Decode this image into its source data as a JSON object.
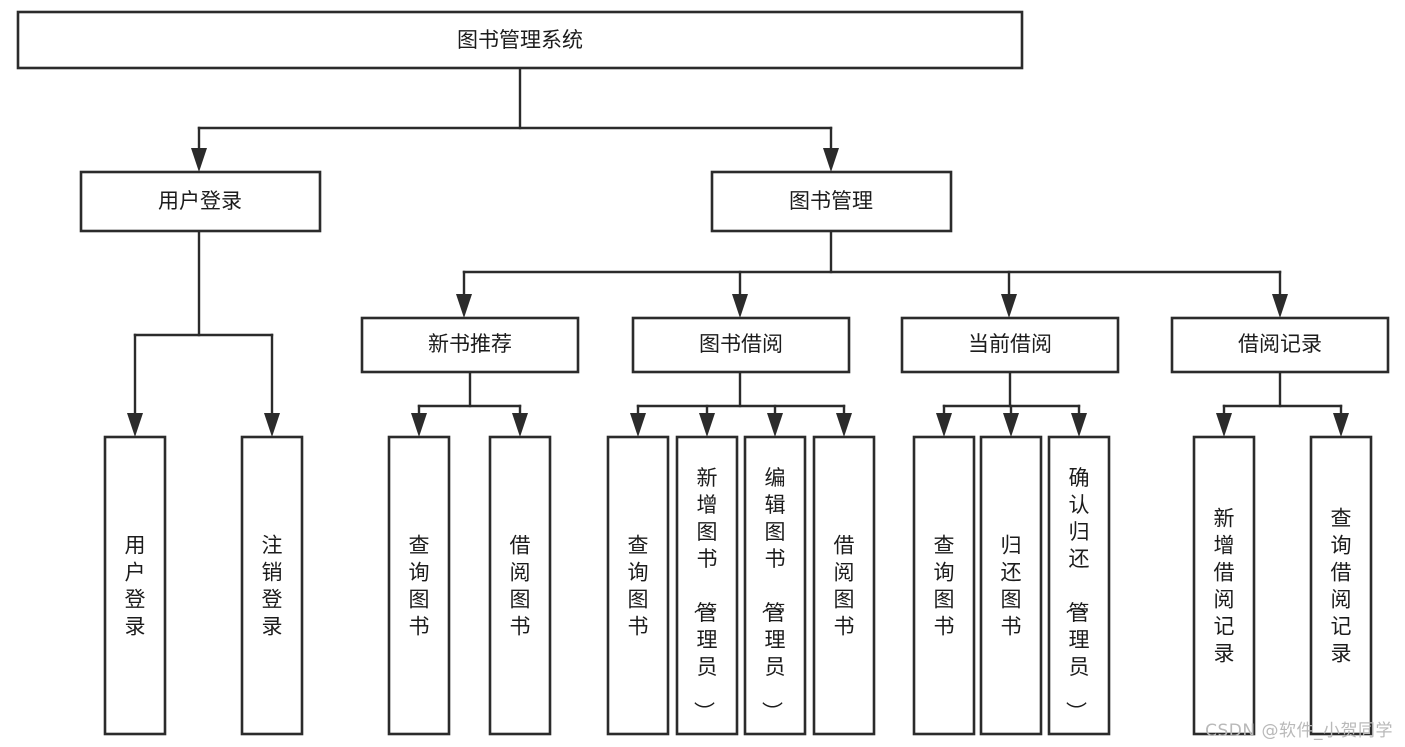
{
  "diagram": {
    "title": "图书管理系统",
    "type": "tree-hierarchy-chart",
    "background_color": "#ffffff",
    "line_color": "#2b2b2b",
    "text_color": "#1c1c1c",
    "node_fill": "#ffffff"
  },
  "nodes": {
    "root": {
      "label": "图书管理系统"
    },
    "level2": [
      {
        "label": "用户登录"
      },
      {
        "label": "图书管理"
      }
    ],
    "level3": [
      {
        "label": "新书推荐"
      },
      {
        "label": "图书借阅"
      },
      {
        "label": "当前借阅"
      },
      {
        "label": "借阅记录"
      }
    ],
    "leaves_user_login": [
      {
        "label": "用户登录"
      },
      {
        "label": "注销登录"
      }
    ],
    "leaves_new_book": [
      {
        "label": "查询图书"
      },
      {
        "label": "借阅图书"
      }
    ],
    "leaves_borrow": [
      {
        "label": "查询图书"
      },
      {
        "label": "新增图书（管理员）"
      },
      {
        "label": "编辑图书（管理员）"
      },
      {
        "label": "借阅图书"
      }
    ],
    "leaves_current": [
      {
        "label": "查询图书"
      },
      {
        "label": "归还图书"
      },
      {
        "label": "确认归还（管理员）"
      }
    ],
    "leaves_record": [
      {
        "label": "新增借阅记录"
      },
      {
        "label": "查询借阅记录"
      }
    ]
  },
  "watermark": {
    "text": "CSDN @软件_小贺同学"
  }
}
